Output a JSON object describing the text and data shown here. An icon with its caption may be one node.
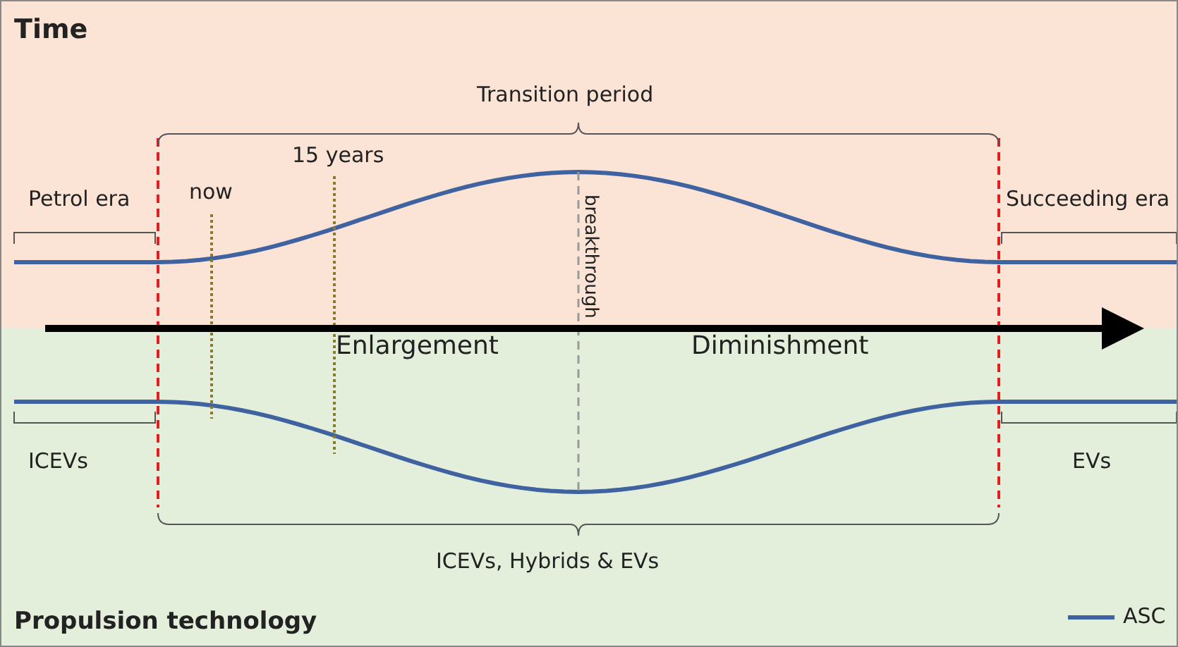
{
  "diagram": {
    "labels": [
      "Time",
      "Transition period",
      "15 years",
      "Petrol era",
      "now",
      "Succeeding era",
      "breakthrough",
      "Enlargement",
      "Diminishment",
      "ICEVs",
      "EVs",
      "ICEVs, Hybrids & EVs",
      "Propulsion technology"
    ],
    "legend": [
      {
        "text": "ASC"
      }
    ]
  }
}
